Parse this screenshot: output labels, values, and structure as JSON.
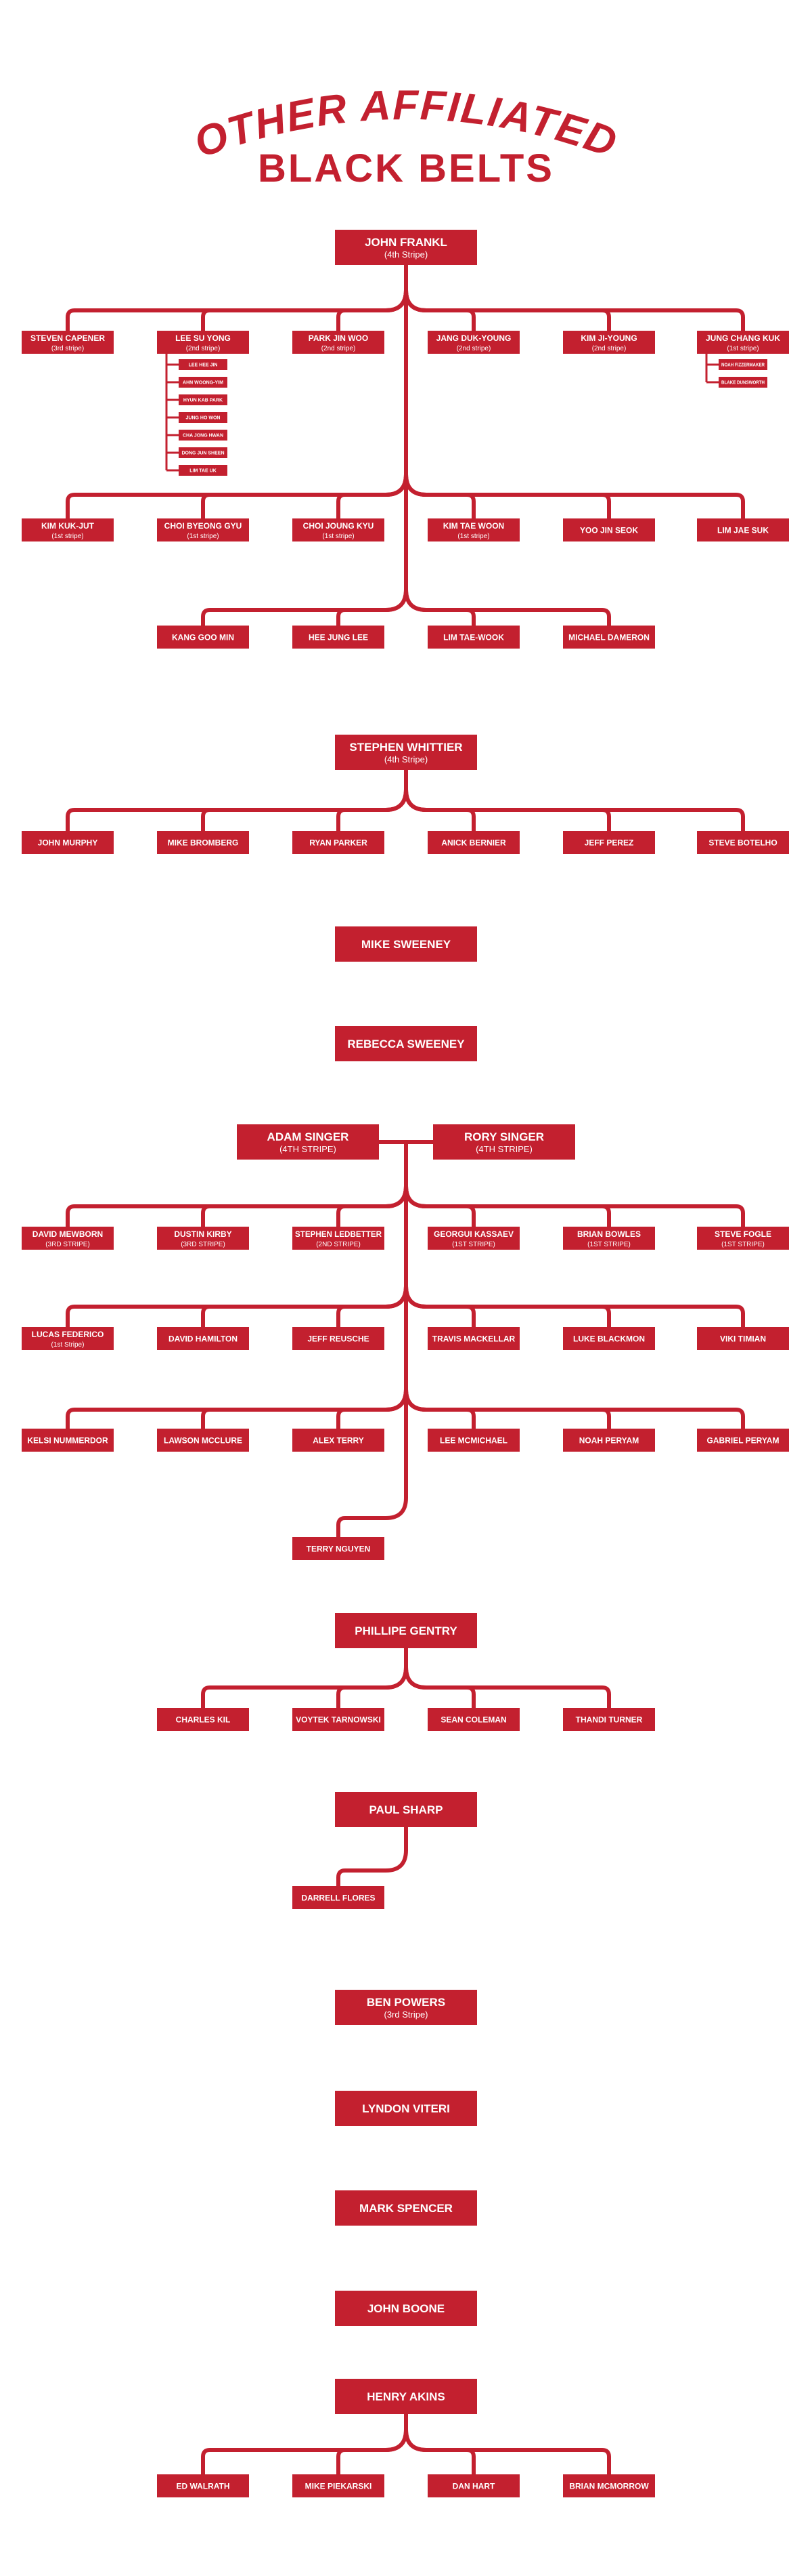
{
  "title": {
    "line1": "OTHER AFFILIATED",
    "line2": "BLACK BELTS"
  },
  "colors": {
    "accent": "#c3202f",
    "text_on_accent": "#ffffff",
    "background": "#ffffff"
  },
  "groups": [
    {
      "id": "frankl",
      "roots": [
        {
          "name": "JOHN FRANKL",
          "sub": "(4th Stripe)"
        }
      ],
      "rows": [
        [
          {
            "name": "STEVEN CAPENER",
            "sub": "(3rd stripe)"
          },
          {
            "name": "LEE SU YONG",
            "sub": "(2nd stripe)",
            "children": [
              "LEE HEE JIN",
              "AHN WOONG-YIM",
              "HYUN KAB PARK",
              "JUNG HO WON",
              "CHA JONG HWAN",
              "DONG JUN SHEEN",
              "LIM TAE UK"
            ]
          },
          {
            "name": "PARK JIN WOO",
            "sub": "(2nd stripe)"
          },
          {
            "name": "JANG DUK-YOUNG",
            "sub": "(2nd stripe)"
          },
          {
            "name": "KIM JI-YOUNG",
            "sub": "(2nd stripe)"
          },
          {
            "name": "JUNG CHANG KUK",
            "sub": "(1st stripe)",
            "children": [
              "NOAH FIZZERMAKER",
              "BLAKE DUNSWORTH"
            ]
          }
        ],
        [
          {
            "name": "KIM KUK-JUT",
            "sub": "(1st stripe)"
          },
          {
            "name": "CHOI BYEONG GYU",
            "sub": "(1st stripe)"
          },
          {
            "name": "CHOI JOUNG KYU",
            "sub": "(1st stripe)"
          },
          {
            "name": "KIM TAE WOON",
            "sub": "(1st stripe)"
          },
          {
            "name": "YOO JIN SEOK"
          },
          {
            "name": "LIM JAE SUK"
          }
        ],
        [
          {
            "name": "KANG GOO MIN"
          },
          {
            "name": "HEE JUNG LEE"
          },
          {
            "name": "LIM TAE-WOOK"
          },
          {
            "name": "MICHAEL DAMERON"
          }
        ]
      ]
    },
    {
      "id": "whittier",
      "roots": [
        {
          "name": "STEPHEN WHITTIER",
          "sub": "(4th Stripe)"
        }
      ],
      "rows": [
        [
          {
            "name": "JOHN MURPHY"
          },
          {
            "name": "MIKE BROMBERG"
          },
          {
            "name": "RYAN PARKER"
          },
          {
            "name": "ANICK BERNIER"
          },
          {
            "name": "JEFF PEREZ"
          },
          {
            "name": "STEVE BOTELHO"
          }
        ]
      ]
    },
    {
      "id": "sweeney-m",
      "roots": [
        {
          "name": "MIKE SWEENEY"
        }
      ],
      "rows": []
    },
    {
      "id": "sweeney-r",
      "roots": [
        {
          "name": "REBECCA SWEENEY"
        }
      ],
      "rows": []
    },
    {
      "id": "singer",
      "roots": [
        {
          "name": "ADAM SINGER",
          "sub": "(4TH STRIPE)"
        },
        {
          "name": "RORY SINGER",
          "sub": "(4TH STRIPE)"
        }
      ],
      "rows": [
        [
          {
            "name": "DAVID MEWBORN",
            "sub": "(3RD STRIPE)"
          },
          {
            "name": "DUSTIN KIRBY",
            "sub": "(3RD STRIPE)"
          },
          {
            "name": "STEPHEN LEDBETTER",
            "sub": "(2ND STRIPE)"
          },
          {
            "name": "GEORGUI KASSAEV",
            "sub": "(1ST STRIPE)"
          },
          {
            "name": "BRIAN BOWLES",
            "sub": "(1ST STRIPE)"
          },
          {
            "name": "STEVE FOGLE",
            "sub": "(1ST STRIPE)"
          }
        ],
        [
          {
            "name": "LUCAS FEDERICO",
            "sub": "(1st Stripe)"
          },
          {
            "name": "DAVID HAMILTON"
          },
          {
            "name": "JEFF REUSCHE"
          },
          {
            "name": "TRAVIS MACKELLAR"
          },
          {
            "name": "LUKE BLACKMON"
          },
          {
            "name": "VIKI TIMIAN"
          }
        ],
        [
          {
            "name": "KELSI NUMMERDOR"
          },
          {
            "name": "LAWSON MCCLURE"
          },
          {
            "name": "ALEX TERRY"
          },
          {
            "name": "LEE MCMICHAEL"
          },
          {
            "name": "NOAH PERYAM"
          },
          {
            "name": "GABRIEL PERYAM"
          }
        ],
        [
          {
            "name": "TERRY NGUYEN"
          }
        ]
      ]
    },
    {
      "id": "gentry",
      "roots": [
        {
          "name": "PHILLIPE GENTRY"
        }
      ],
      "rows": [
        [
          {
            "name": "CHARLES KIL"
          },
          {
            "name": "VOYTEK TARNOWSKI"
          },
          {
            "name": "SEAN COLEMAN"
          },
          {
            "name": "THANDI TURNER"
          }
        ]
      ]
    },
    {
      "id": "sharp",
      "roots": [
        {
          "name": "PAUL SHARP"
        }
      ],
      "rows": [
        [
          {
            "name": "Darrell Flores"
          }
        ]
      ]
    },
    {
      "id": "powers",
      "roots": [
        {
          "name": "BEN POWERS",
          "sub": "(3rd Stripe)"
        }
      ],
      "rows": []
    },
    {
      "id": "viteri",
      "roots": [
        {
          "name": "LYNDON VITERI"
        }
      ],
      "rows": []
    },
    {
      "id": "spencer",
      "roots": [
        {
          "name": "MARK SPENCER"
        }
      ],
      "rows": []
    },
    {
      "id": "boone",
      "roots": [
        {
          "name": "JOHN BOONE"
        }
      ],
      "rows": []
    },
    {
      "id": "akins",
      "roots": [
        {
          "name": "HENRY AKINS"
        }
      ],
      "rows": [
        [
          {
            "name": "ED WALRATH"
          },
          {
            "name": "MIKE PIEKARSKI"
          },
          {
            "name": "DAN HART"
          },
          {
            "name": "BRIAN McMORROW"
          }
        ]
      ]
    }
  ]
}
